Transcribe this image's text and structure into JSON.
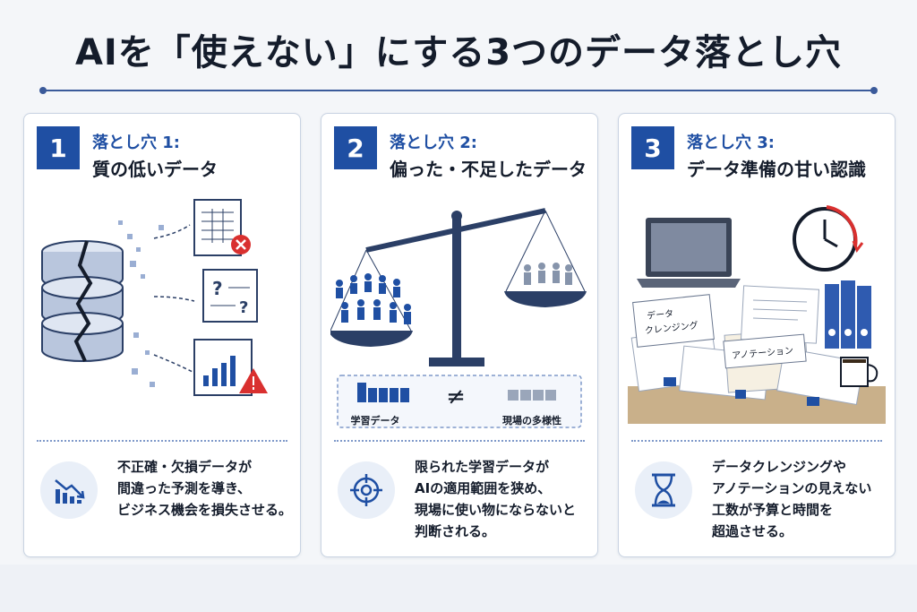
{
  "title": "AIを「使えない」にする3つのデータ落とし穴",
  "cards": [
    {
      "number": "1",
      "subtitle": "落とし穴 1:",
      "heading": "質の低いデータ",
      "icon": "declining-chart-icon",
      "body": [
        "不正確・欠損データが",
        "間違った予測を導き、",
        "ビジネス機会を損失させる。"
      ]
    },
    {
      "number": "2",
      "subtitle": "落とし穴 2:",
      "heading": "偏った・不足したデータ",
      "icon": "target-crosshair-icon",
      "legend": {
        "left": "学習データ",
        "neq": "≠",
        "right": "現場の多様性"
      },
      "body": [
        "限られた学習データが",
        "AIの適用範囲を狭め、",
        "現場に使い物にならないと",
        "判断される。"
      ]
    },
    {
      "number": "3",
      "subtitle": "落とし穴 3:",
      "heading": "データ準備の甘い認識",
      "icon": "hourglass-icon",
      "notes": {
        "a": "データ",
        "b": "クレンジング",
        "c": "アノテーション"
      },
      "body": [
        "データクレンジングや",
        "アノテーションの見えない",
        "工数が予算と時間を",
        "超過させる。"
      ]
    }
  ],
  "colors": {
    "accent": "#1f4fa3",
    "warning": "#d9302f",
    "clock": "#d9302f"
  }
}
